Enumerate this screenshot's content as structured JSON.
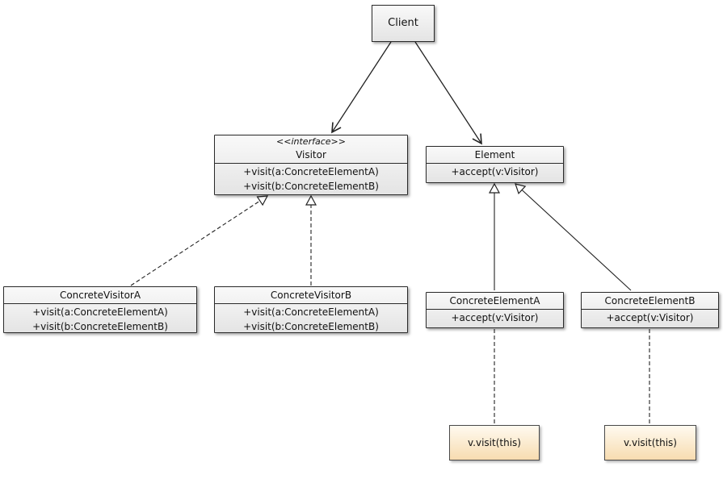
{
  "client": {
    "label": "Client"
  },
  "visitor": {
    "stereotype": "<<interface>>",
    "name": "Visitor",
    "ops": [
      "+visit(a:ConcreteElementA)",
      "+visit(b:ConcreteElementB)"
    ]
  },
  "element": {
    "name": "Element",
    "ops": [
      "+accept(v:Visitor)"
    ]
  },
  "concrete_visitor_a": {
    "name": "ConcreteVisitorA",
    "ops": [
      "+visit(a:ConcreteElementA)",
      "+visit(b:ConcreteElementB)"
    ]
  },
  "concrete_visitor_b": {
    "name": "ConcreteVisitorB",
    "ops": [
      "+visit(a:ConcreteElementA)",
      "+visit(b:ConcreteElementB)"
    ]
  },
  "concrete_element_a": {
    "name": "ConcreteElementA",
    "ops": [
      "+accept(v:Visitor)"
    ]
  },
  "concrete_element_b": {
    "name": "ConcreteElementB",
    "ops": [
      "+accept(v:Visitor)"
    ]
  },
  "notes": {
    "note_a": "v.visit(this)",
    "note_b": "v.visit(this)"
  }
}
